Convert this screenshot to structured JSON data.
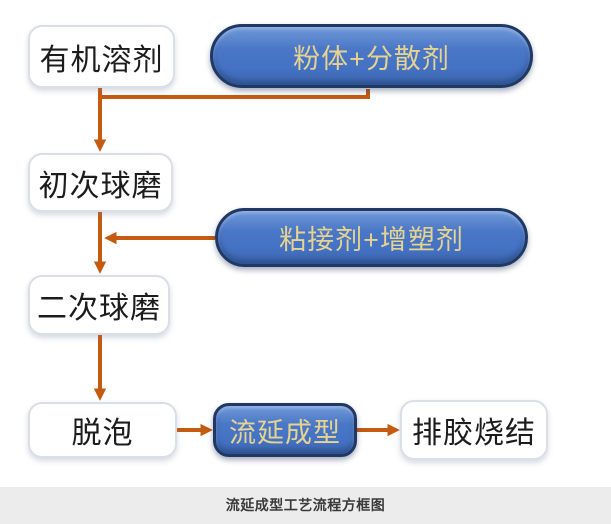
{
  "nodes": {
    "organic_solvent": {
      "label": "有机溶剂",
      "type": "process"
    },
    "powder_dispersant": {
      "label": "粉体+分散剂",
      "type": "input"
    },
    "first_ball_milling": {
      "label": "初次球磨",
      "type": "process"
    },
    "binder_plasticizer": {
      "label": "粘接剂+增塑剂",
      "type": "input"
    },
    "second_ball_milling": {
      "label": "二次球磨",
      "type": "process"
    },
    "defoaming": {
      "label": "脱泡",
      "type": "process"
    },
    "tape_casting": {
      "label": "流延成型",
      "type": "highlight"
    },
    "debinding_sintering": {
      "label": "排胶烧结",
      "type": "process"
    }
  },
  "edges": [
    {
      "from": "organic_solvent",
      "to": "first_ball_milling"
    },
    {
      "from": "powder_dispersant",
      "to": "first_ball_milling"
    },
    {
      "from": "first_ball_milling",
      "to": "second_ball_milling"
    },
    {
      "from": "binder_plasticizer",
      "to": "second_ball_milling"
    },
    {
      "from": "second_ball_milling",
      "to": "defoaming"
    },
    {
      "from": "defoaming",
      "to": "tape_casting"
    },
    {
      "from": "tape_casting",
      "to": "debinding_sintering"
    }
  ],
  "caption": {
    "text": "流延成型工艺流程方框图"
  },
  "colors": {
    "arrow": "#c55a11",
    "pill_fill": "#4472c4",
    "pill_border": "#1f3864",
    "pill_text": "#e6d38f",
    "box_border": "#d9dee8",
    "box_text": "#1c1c1c",
    "caption_bg": "#ececec",
    "caption_text": "#3a3a3a"
  }
}
